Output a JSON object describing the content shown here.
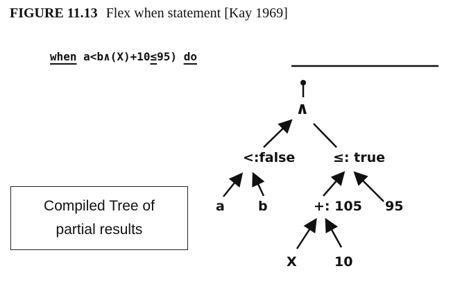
{
  "figure": {
    "number": "FIGURE 11.13",
    "caption": "Flex when statement [Kay 1969]"
  },
  "code": {
    "keyword_when": "when",
    "expression_a": "a<b∧(X)+10",
    "le": "≤",
    "expression_b": "95)",
    "keyword_do": "do"
  },
  "tree": {
    "root": "∧",
    "left": "<:false",
    "right": "≤: true",
    "leaf_a": "a",
    "leaf_b": "b",
    "plus": "+: 105",
    "leaf_95": "95",
    "leaf_x": "X",
    "leaf_10": "10"
  },
  "legend_box": {
    "line1": "Compiled Tree of",
    "line2": "partial results"
  }
}
